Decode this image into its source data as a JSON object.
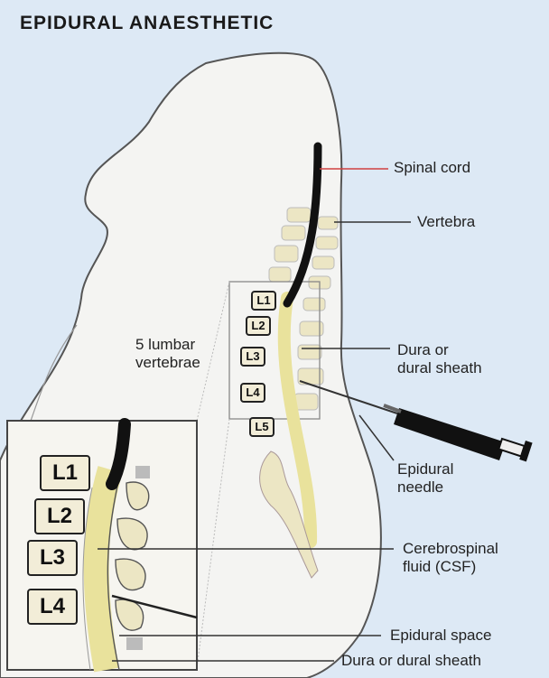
{
  "title": "EPIDURAL ANAESTHETIC",
  "labels": {
    "spinal_cord": "Spinal cord",
    "vertebra": "Vertebra",
    "dura_1": "Dura or",
    "dura_2": "dural sheath",
    "needle_1": "Epidural",
    "needle_2": "needle",
    "lumbar_1": "5 lumbar",
    "lumbar_2": "vertebrae",
    "csf_1": "Cerebrospinal",
    "csf_2": "fluid (CSF)",
    "epidural_space": "Epidural space",
    "dura_sheath_bottom": "Dura or dural sheath"
  },
  "vertebrae_main": [
    "L1",
    "L2",
    "L3",
    "L4",
    "L5"
  ],
  "vertebrae_inset": [
    "L1",
    "L2",
    "L3",
    "L4"
  ],
  "colors": {
    "background": "#dde9f5",
    "body": "#f4f4f2",
    "bone": "#ece6c4",
    "csf": "#e9e29c",
    "cord": "#111111",
    "spinal_cord_pointer": "#d04040"
  }
}
